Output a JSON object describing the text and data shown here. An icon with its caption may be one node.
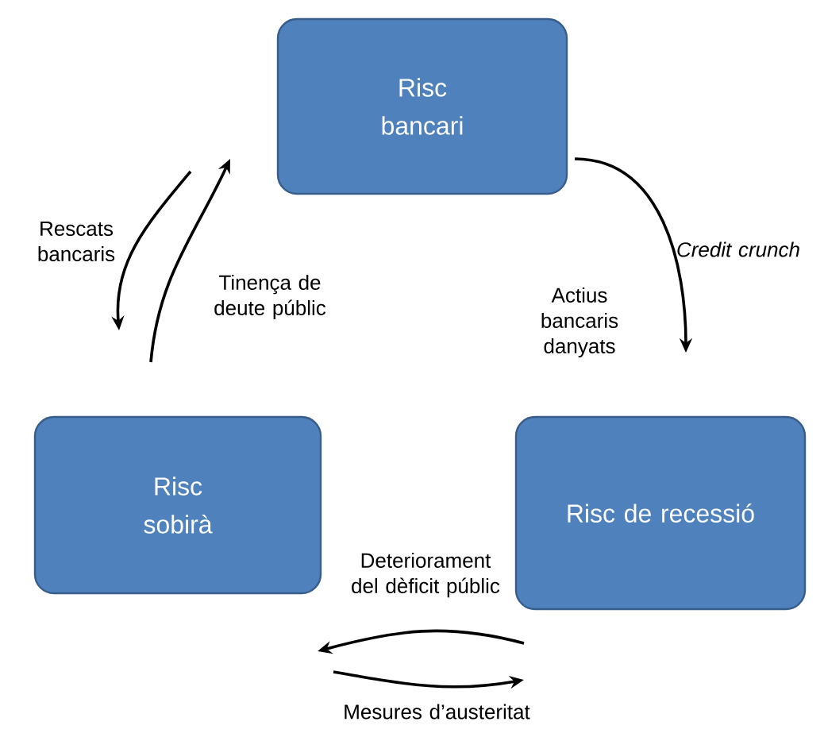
{
  "diagram": {
    "nodes": [
      {
        "text": [
          "Risc bancari"
        ]
      },
      {
        "text": [
          "Risc sobirà"
        ]
      },
      {
        "text": [
          "Risc de recessió"
        ]
      }
    ],
    "edges": [
      {
        "from": 0,
        "to": 2,
        "arrow": "to",
        "label": "Credit crunch"
      },
      {
        "from": 0,
        "to": 1,
        "arrow": "to",
        "label": "Rescats bancaris"
      },
      {
        "from": 1,
        "to": 0,
        "arrow": "to",
        "label": "Tinença de deute públic"
      },
      {
        "from": 2,
        "to": 1,
        "arrow": "to",
        "label": "Deteriorament del dèficit públic"
      },
      {
        "from": 1,
        "to": 2,
        "arrow": "to",
        "label": "Mesures d’austeritat"
      }
    ],
    "labels": [
      "Actius bancaris danyats"
    ]
  }
}
